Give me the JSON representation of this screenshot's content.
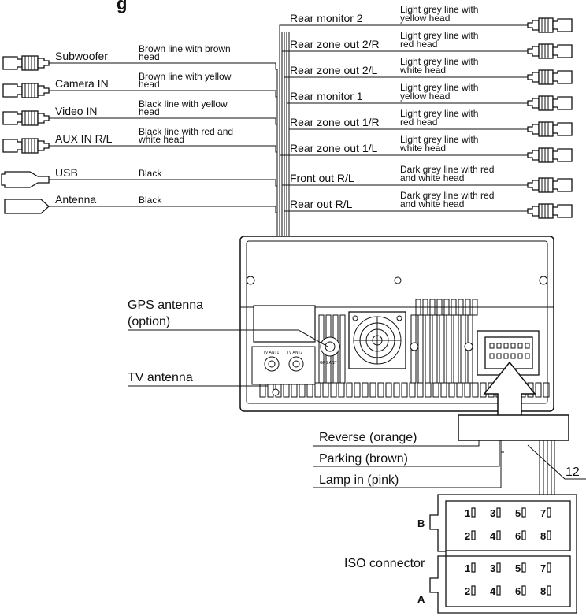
{
  "title_fragment": "g",
  "left_connectors": [
    {
      "label": "Subwoofer",
      "desc1": "Brown line with brown",
      "desc2": "head",
      "plug": "rca"
    },
    {
      "label": "Camera IN",
      "desc1": "Brown line with yellow",
      "desc2": "head",
      "plug": "rca"
    },
    {
      "label": "Video IN",
      "desc1": "Black line with yellow",
      "desc2": "head",
      "plug": "rca"
    },
    {
      "label": "AUX IN R/L",
      "desc1": "Black line with red and",
      "desc2": "white head",
      "plug": "rca"
    },
    {
      "label": "USB",
      "desc1": "Black",
      "desc2": "",
      "plug": "usb"
    },
    {
      "label": "Antenna",
      "desc1": "Black",
      "desc2": "",
      "plug": "antenna"
    }
  ],
  "right_connectors": [
    {
      "label": "Rear monitor 2",
      "desc1": "Light grey line with",
      "desc2": "yellow head"
    },
    {
      "label": "Rear zone out 2/R",
      "desc1": "Light grey line with",
      "desc2": "red head"
    },
    {
      "label": "Rear zone out 2/L",
      "desc1": "Light grey line with",
      "desc2": "white head"
    },
    {
      "label": "Rear monitor 1",
      "desc1": "Light grey line with",
      "desc2": "yellow head"
    },
    {
      "label": "Rear zone out 1/R",
      "desc1": "Light grey line with",
      "desc2": "red head"
    },
    {
      "label": "Rear zone out 1/L",
      "desc1": "Light grey line with",
      "desc2": "white head"
    },
    {
      "label": "Front out R/L",
      "desc1": "Dark grey line with red",
      "desc2": "and white head"
    },
    {
      "label": "Rear out R/L",
      "desc1": "Dark grey line with red",
      "desc2": "and white head"
    }
  ],
  "gps_label_line1": "GPS antenna",
  "gps_label_line2": "(option)",
  "tv_label": "TV antenna",
  "port_labels": {
    "tv_ant1": "TV ANT1",
    "tv_ant2": "TV ANT2",
    "gps_ant": "GPS ANT"
  },
  "harness_labels": {
    "reverse": "Reverse (orange)",
    "parking": "Parking (brown)",
    "lamp": "Lamp in (pink)",
    "pin_count": "12"
  },
  "iso": {
    "label": "ISO connector",
    "block_b": "B",
    "block_a": "A",
    "row_top": [
      "1",
      "3",
      "5",
      "7"
    ],
    "row_bottom": [
      "2",
      "4",
      "6",
      "8"
    ]
  }
}
